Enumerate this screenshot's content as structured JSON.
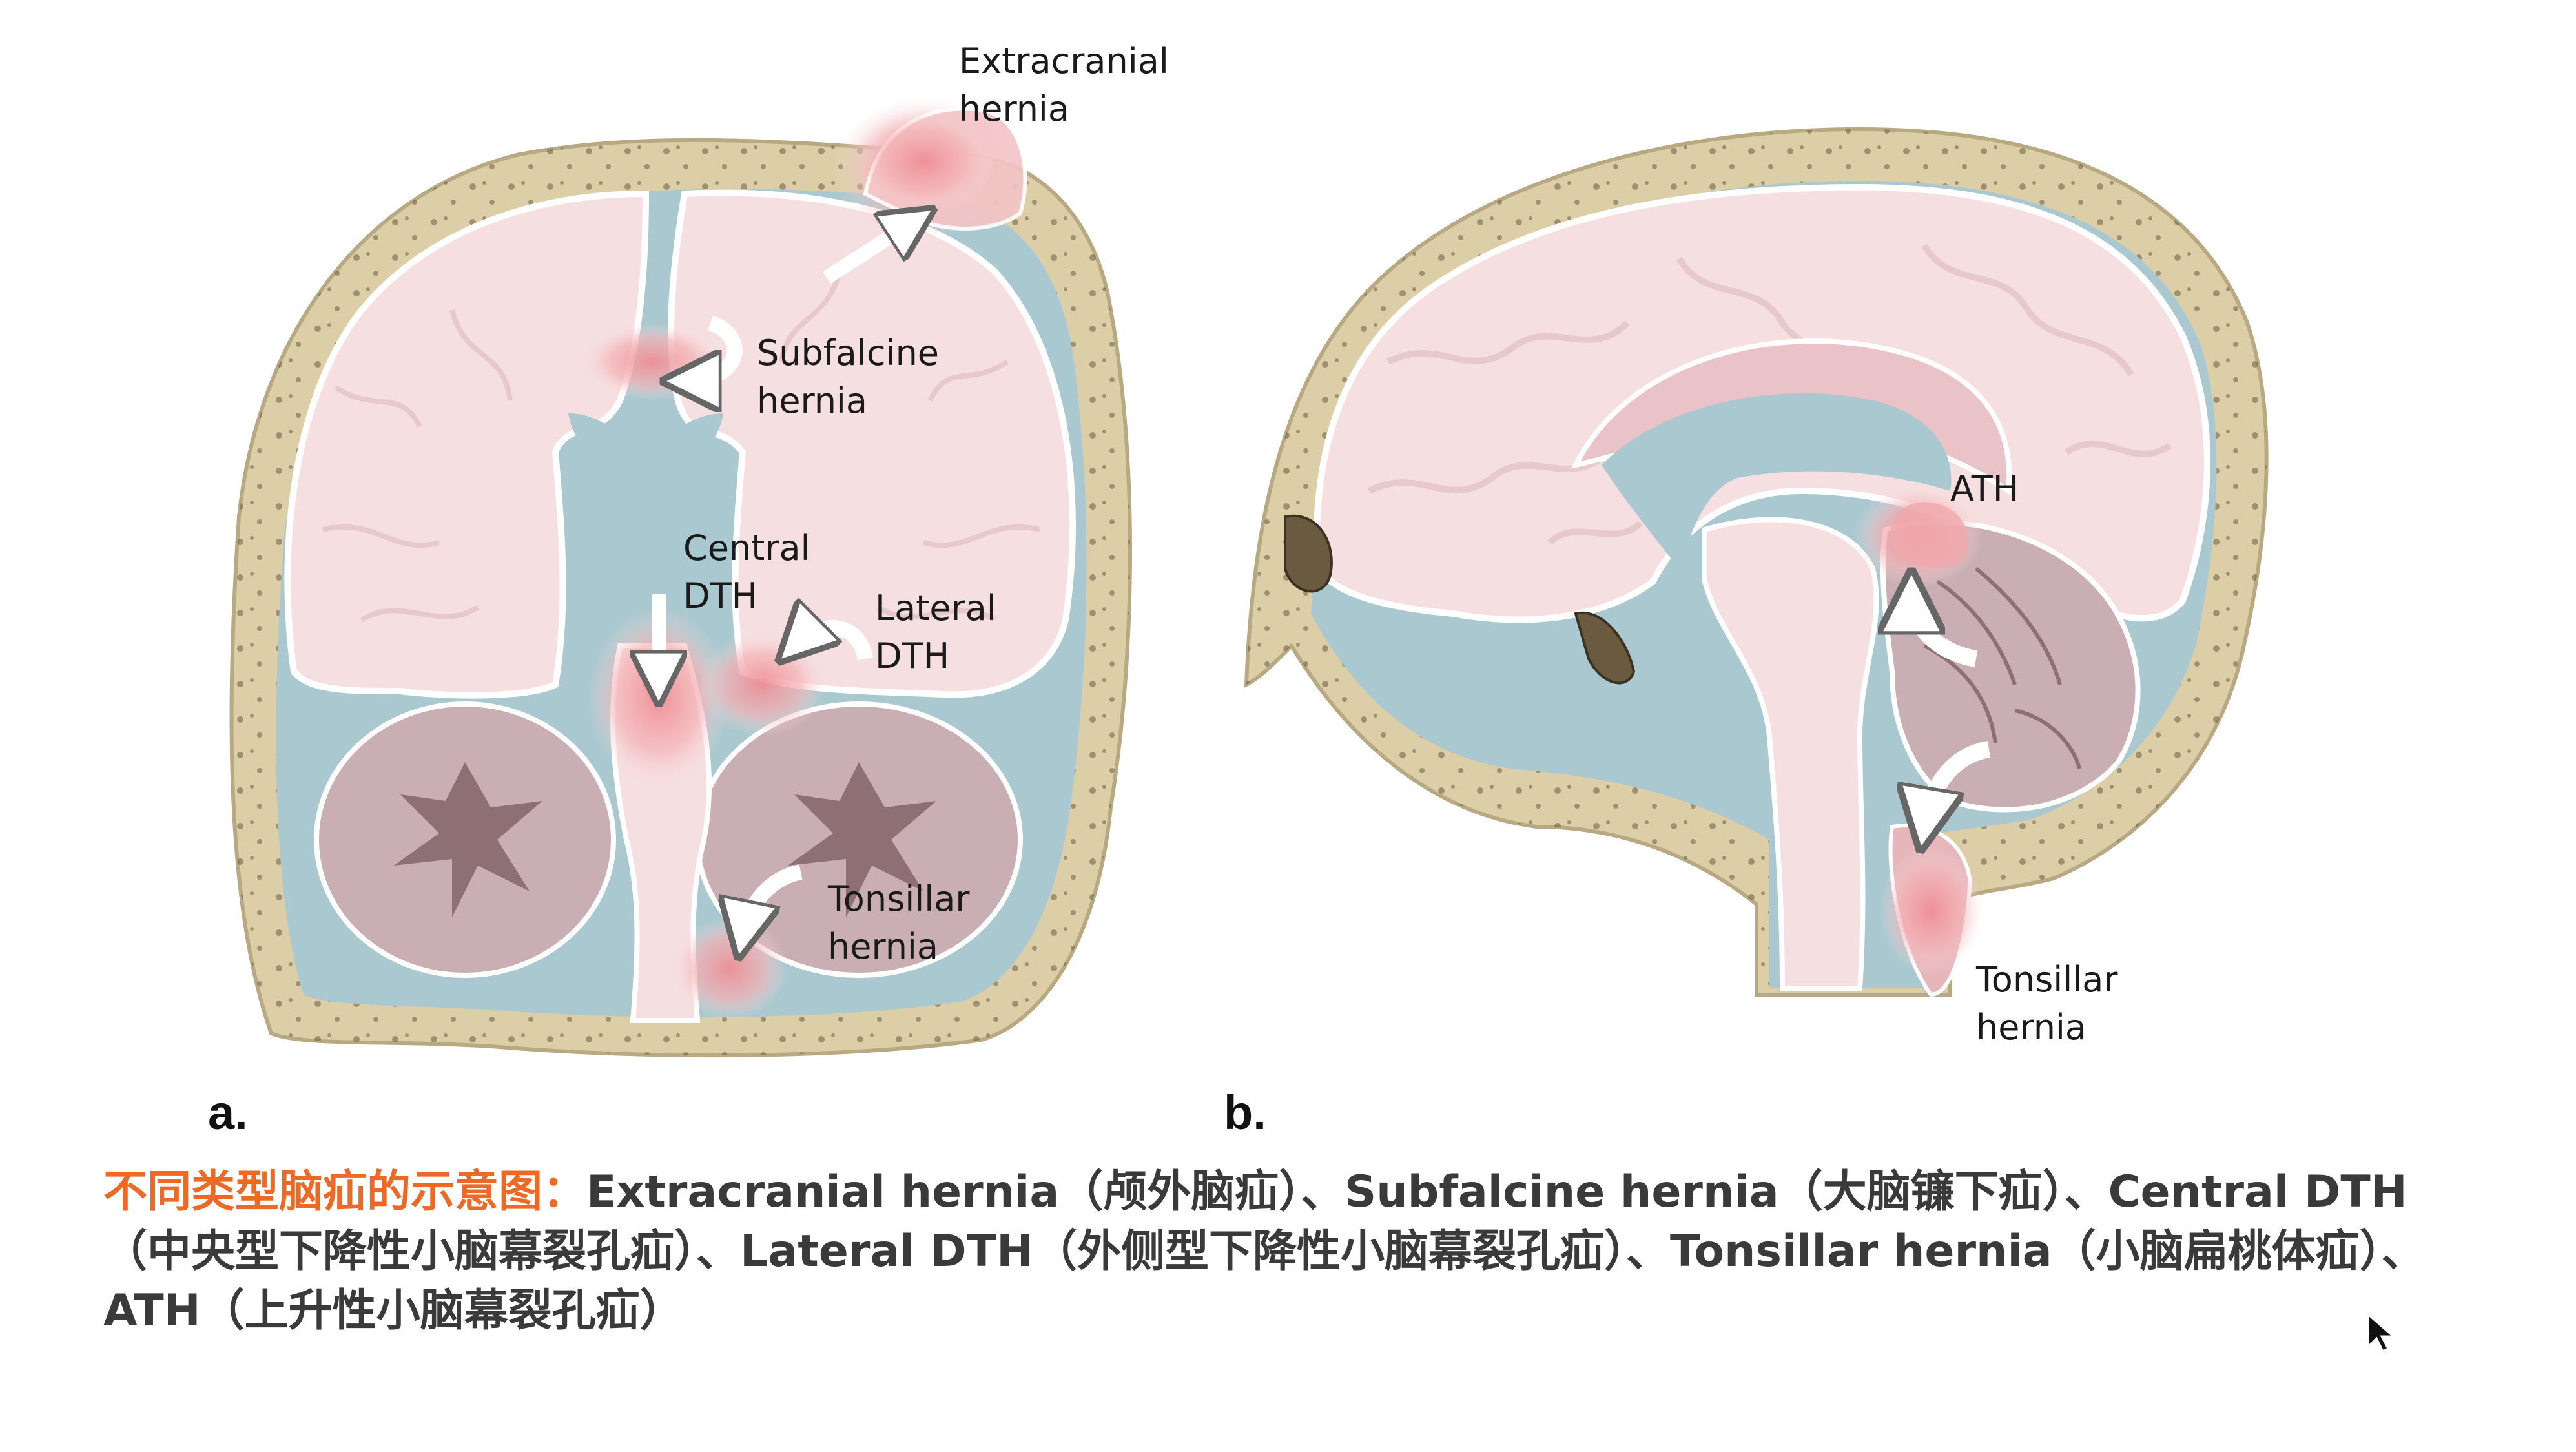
{
  "figure": {
    "panel_a": {
      "marker": "a.",
      "labels": {
        "extracranial": [
          "Extracranial",
          "hernia"
        ],
        "subfalcine": [
          "Subfalcine",
          "hernia"
        ],
        "central": [
          "Central",
          "DTH"
        ],
        "lateral": [
          "Lateral",
          "DTH"
        ],
        "tonsillar": [
          "Tonsillar",
          "hernia"
        ]
      }
    },
    "panel_b": {
      "marker": "b.",
      "labels": {
        "ath": "ATH",
        "tonsillar": [
          "Tonsillar",
          "hernia"
        ]
      }
    }
  },
  "caption": {
    "title": "不同类型脑疝的示意图：",
    "body": "Extracranial hernia（颅外脑疝）、Subfalcine hernia（大脑镰下疝）、Central DTH（中央型下降性小脑幕裂孔疝）、Lateral DTH（外侧型下降性小脑幕裂孔疝）、Tonsillar hernia（小脑扁桃体疝）、ATH（上升性小脑幕裂孔疝）"
  },
  "colors": {
    "skull": "#dccfa8",
    "skull_dots": "#6b5d44",
    "brain": "#f6dfe0",
    "brain_outline": "#ffffff",
    "csf": "#a9c8cf",
    "cerebellum": "#c9aeb4",
    "white_matter": "#8e6f74",
    "hernia_red": "#f2a0a5",
    "caption_title": "#ee6a24",
    "caption_text": "#3a3a3a"
  },
  "icons": [
    "arrow-icon",
    "curved-arrow-icon",
    "cursor-icon"
  ]
}
